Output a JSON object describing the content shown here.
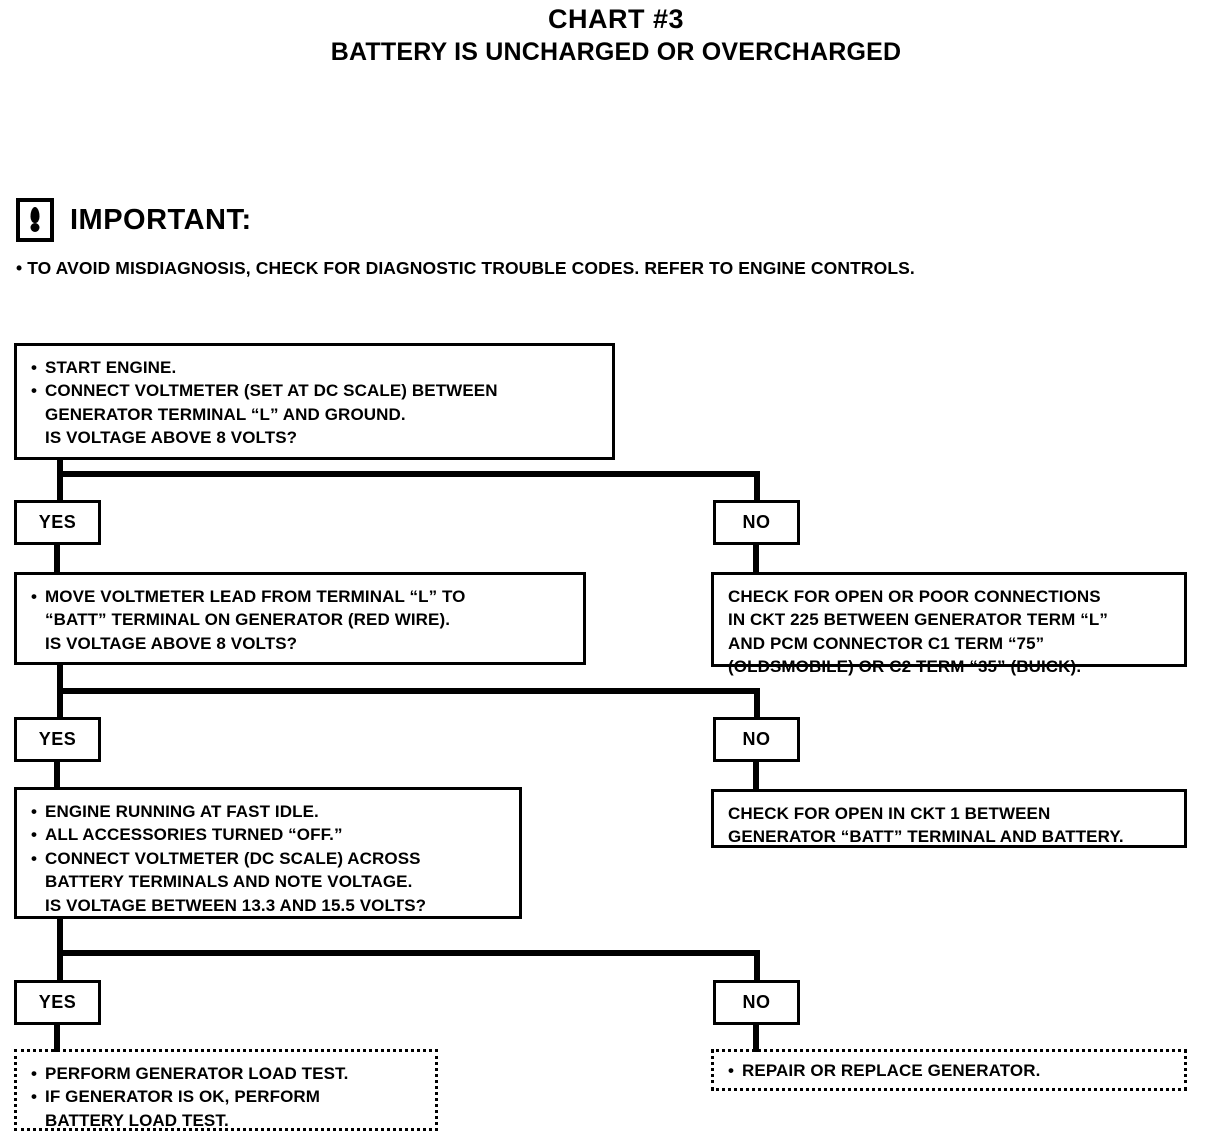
{
  "title": {
    "main": "CHART #3",
    "sub": "BATTERY IS UNCHARGED OR OVERCHARGED"
  },
  "important": {
    "icon": "exclamation-in-box-icon",
    "label": "IMPORTANT:",
    "note": "• TO AVOID MISDIAGNOSIS, CHECK FOR DIAGNOSTIC TROUBLE CODES. REFER TO ENGINE CONTROLS."
  },
  "branch_labels": {
    "yes": "YES",
    "no": "NO"
  },
  "steps": [
    {
      "id": "step-1",
      "lines": [
        {
          "bullet": "•",
          "text": "START ENGINE."
        },
        {
          "bullet": "•",
          "text": "CONNECT VOLTMETER (SET AT DC SCALE) BETWEEN"
        },
        {
          "bullet": "",
          "text": "GENERATOR TERMINAL “L” AND GROUND."
        },
        {
          "bullet": "",
          "text": "IS VOLTAGE ABOVE 8 VOLTS?"
        }
      ]
    },
    {
      "id": "step-2",
      "lines": [
        {
          "bullet": "•",
          "text": "MOVE VOLTMETER LEAD FROM TERMINAL “L” TO"
        },
        {
          "bullet": "",
          "text": "“BATT” TERMINAL ON GENERATOR (RED WIRE)."
        },
        {
          "bullet": "",
          "text": "IS VOLTAGE ABOVE 8 VOLTS?"
        }
      ]
    },
    {
      "id": "step-3",
      "lines": [
        {
          "bullet": "•",
          "text": "ENGINE RUNNING AT FAST IDLE."
        },
        {
          "bullet": "•",
          "text": "ALL ACCESSORIES TURNED “OFF.”"
        },
        {
          "bullet": "•",
          "text": "CONNECT VOLTMETER (DC SCALE) ACROSS"
        },
        {
          "bullet": "",
          "text": "BATTERY TERMINALS AND NOTE VOLTAGE."
        },
        {
          "bullet": "",
          "text": "IS VOLTAGE BETWEEN 13.3 AND 15.5 VOLTS?"
        }
      ]
    }
  ],
  "results": [
    {
      "id": "result-no-1",
      "lines": [
        "CHECK FOR OPEN OR POOR CONNECTIONS",
        "IN CKT 225 BETWEEN GENERATOR TERM “L”",
        "AND PCM CONNECTOR C1 TERM “75”",
        "(OLDSMOBILE) OR C2 TERM “35” (BUICK)."
      ]
    },
    {
      "id": "result-no-2",
      "lines": [
        "CHECK FOR OPEN IN CKT 1 BETWEEN",
        "GENERATOR “BATT” TERMINAL AND BATTERY."
      ]
    }
  ],
  "terminals": [
    {
      "id": "terminal-yes",
      "lines": [
        {
          "bullet": "•",
          "text": "PERFORM GENERATOR LOAD TEST."
        },
        {
          "bullet": "•",
          "text": "IF GENERATOR IS OK, PERFORM"
        },
        {
          "bullet": "",
          "text": "BATTERY LOAD TEST."
        }
      ]
    },
    {
      "id": "terminal-no",
      "lines": [
        {
          "bullet": "•",
          "text": "REPAIR OR REPLACE GENERATOR."
        }
      ]
    }
  ],
  "colors": {
    "ink": "#000000",
    "paper": "#ffffff"
  }
}
